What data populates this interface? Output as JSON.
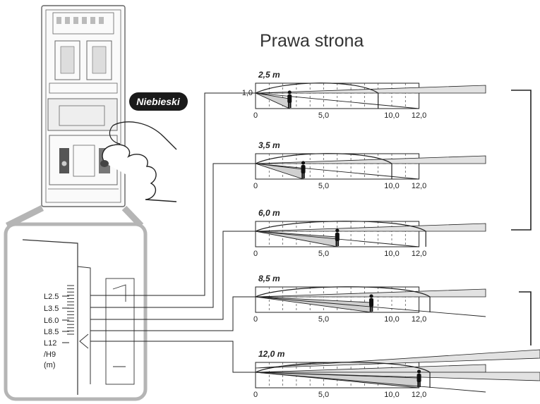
{
  "title": "Prawa strona",
  "color_badge": {
    "text": "Niebieski",
    "bg": "#1a1a1a",
    "fg": "#ffffff"
  },
  "scale_labels": [
    "L2.5",
    "L3.5",
    "L6.0",
    "L8.5",
    "L12",
    "/H9",
    "(m)"
  ],
  "axis_tick_labels": [
    "0",
    "5,0",
    "10,0",
    "12,0"
  ],
  "height_label": "1,0",
  "panels": [
    {
      "distance_label": "2,5 m",
      "distance": 2.5
    },
    {
      "distance_label": "3,5 m",
      "distance": 3.5
    },
    {
      "distance_label": "6,0 m",
      "distance": 6.0
    },
    {
      "distance_label": "8,5 m",
      "distance": 8.5
    },
    {
      "distance_label": "12,0 m",
      "distance": 12.0
    }
  ],
  "colors": {
    "line": "#222222",
    "device": "#666666",
    "zoom_frame": "#b5b5b5",
    "zone_fill": "#d0d0d0",
    "beam_fill": "#e2e2e2"
  }
}
